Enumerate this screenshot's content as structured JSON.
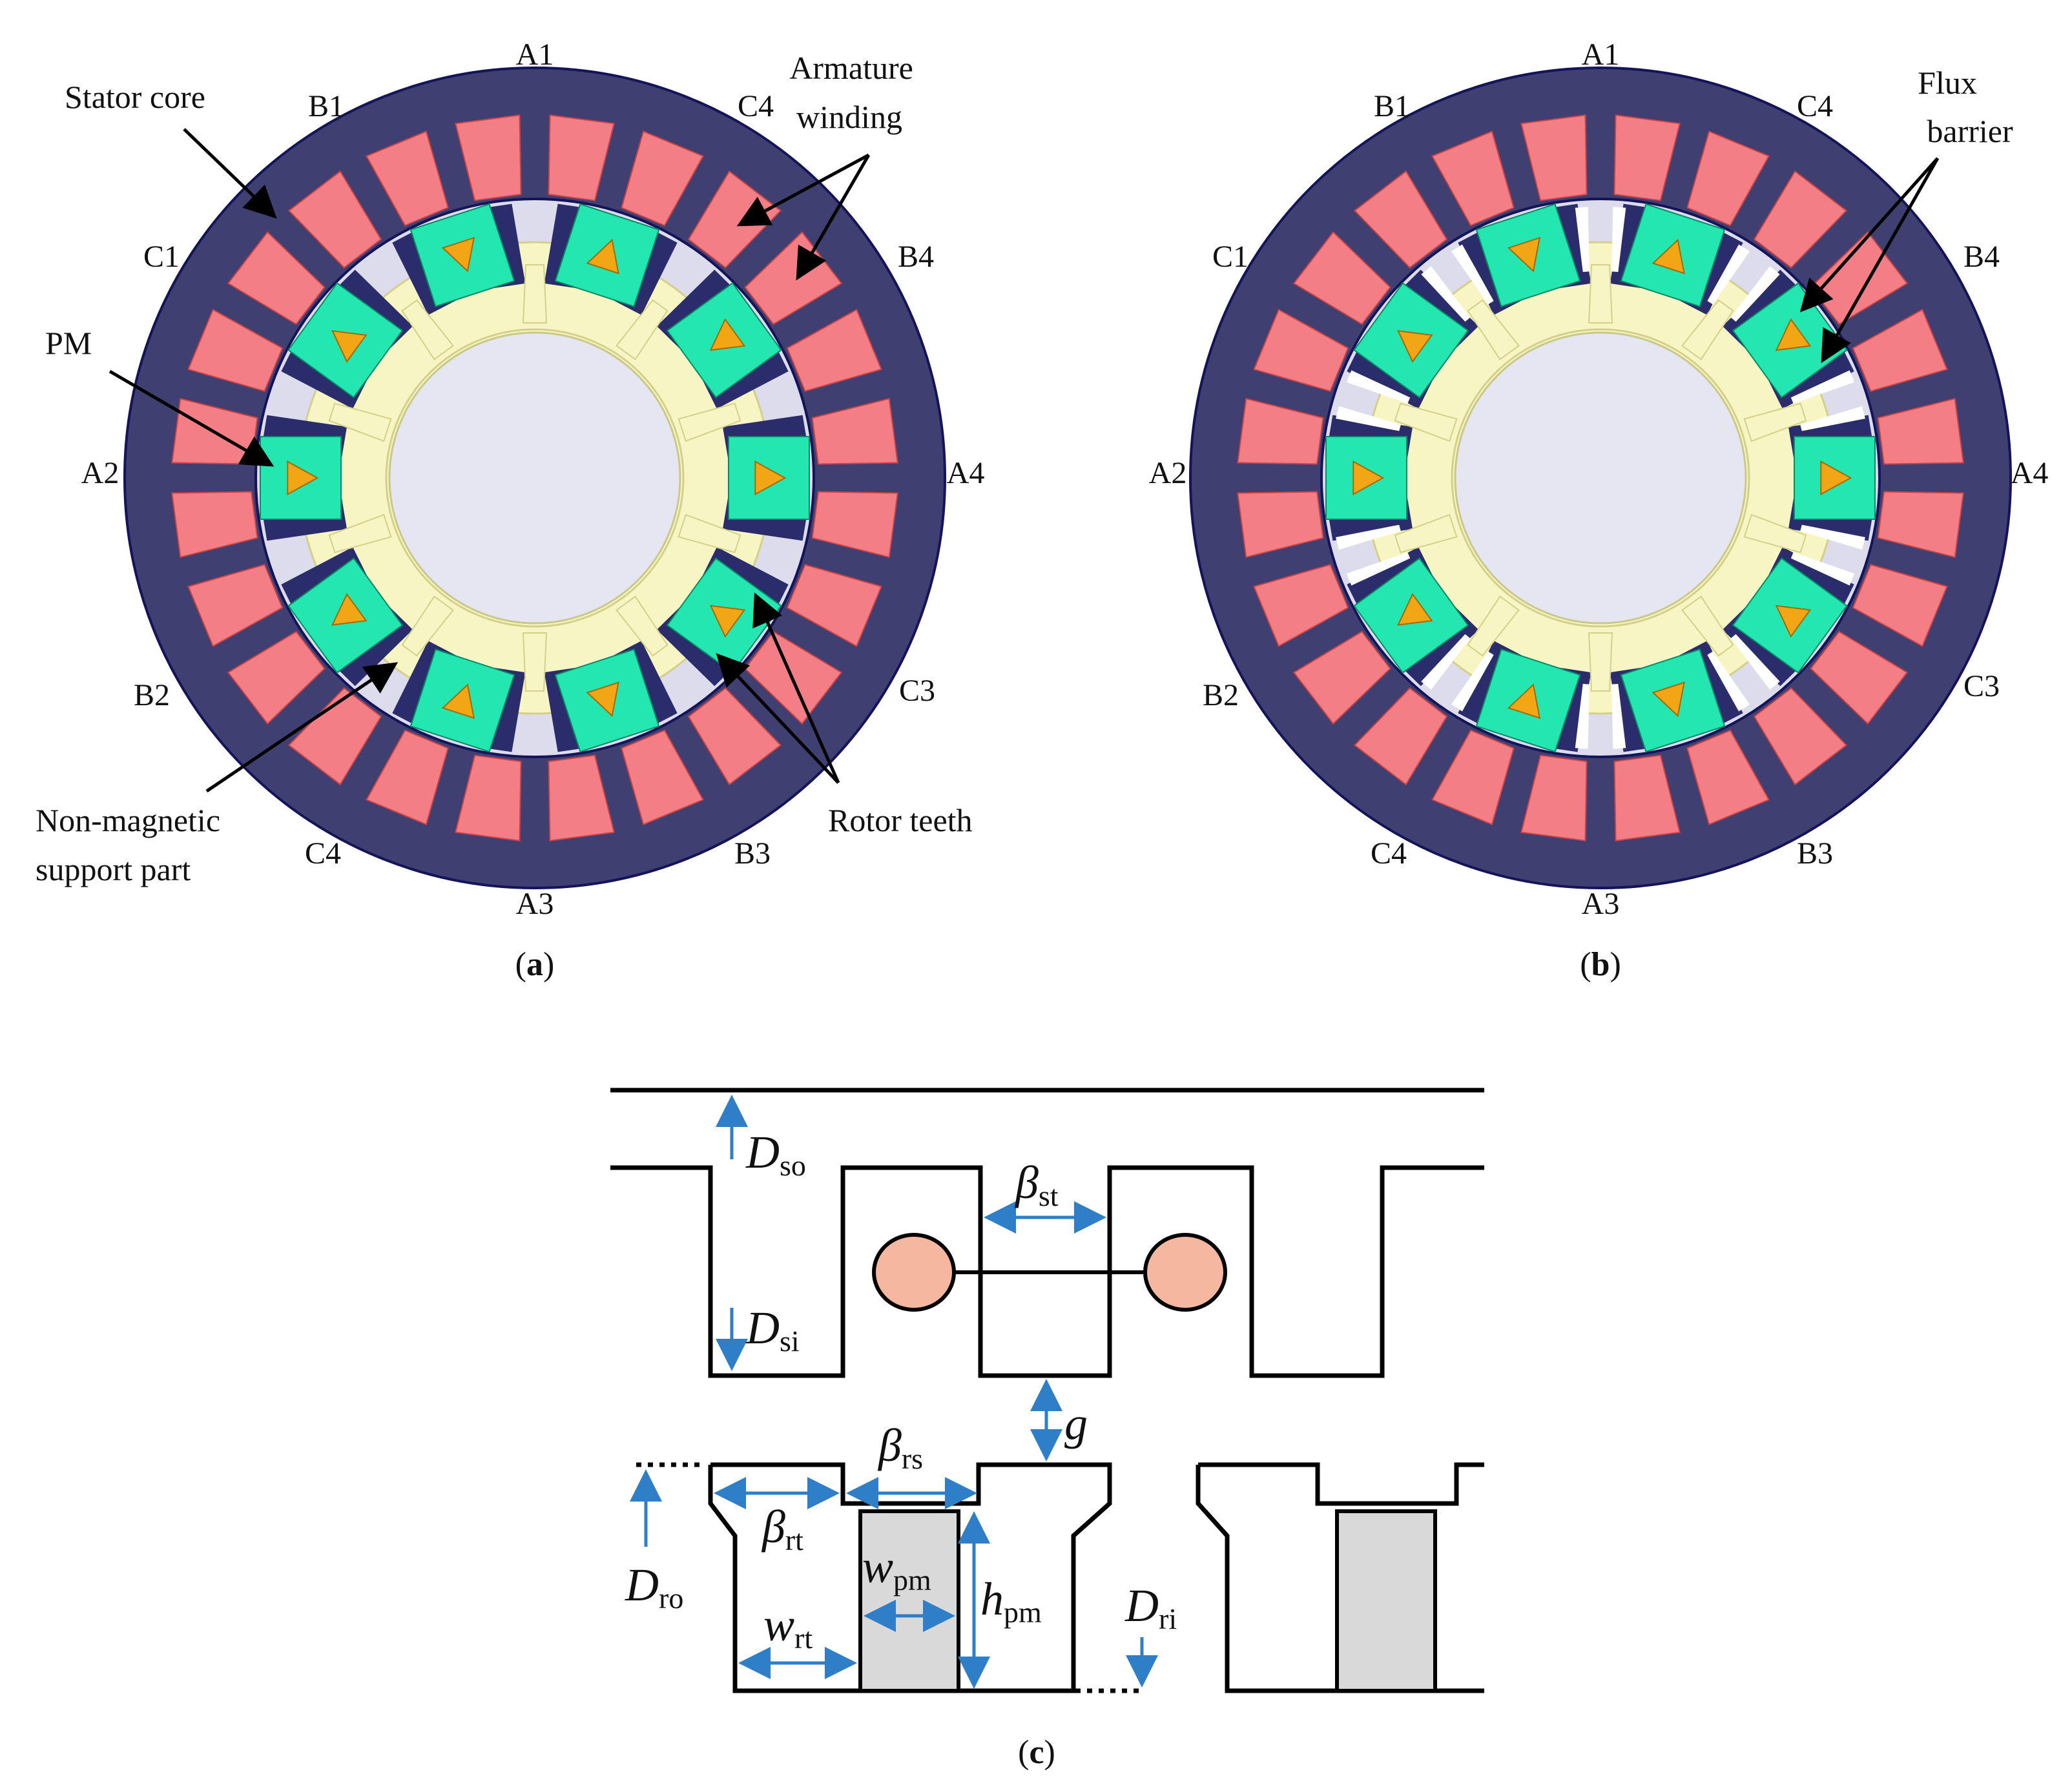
{
  "colors": {
    "stator": "#3f3f72",
    "stator_edge": "#14145a",
    "coil": "#f47e85",
    "pm": "#23e6b0",
    "arrow_mark": "#f2a616",
    "rotor_tooth": "#2b2c6b",
    "support": "#f7f5c3",
    "gap_fill": "#dcdcec",
    "shaft": "#e6e6f2",
    "conductor": "#f5b7a0",
    "dim_arrow": "#2e7fc8",
    "line": "#000000",
    "pm_block": "#d9d9d9"
  },
  "panel_a": {
    "caption": "a",
    "phase_labels": [
      "A1",
      "B1",
      "C1",
      "A2",
      "B2",
      "C4",
      "A3",
      "B3",
      "C3",
      "A4",
      "B4",
      "C4"
    ],
    "callouts": {
      "stator_core": "Stator core",
      "armature_winding_1": "Armature",
      "armature_winding_2": "winding",
      "pm": "PM",
      "non_magnetic_1": "Non-magnetic",
      "non_magnetic_2": "support part",
      "rotor_teeth": "Rotor teeth"
    }
  },
  "panel_b": {
    "caption": "b",
    "phase_labels": [
      "A1",
      "B1",
      "C1",
      "A2",
      "B2",
      "C4",
      "A3",
      "B3",
      "C3",
      "A4",
      "B4",
      "C4"
    ],
    "callouts": {
      "flux_barrier_1": "Flux",
      "flux_barrier_2": "barrier"
    }
  },
  "panel_c": {
    "caption": "c",
    "symbols": {
      "D_so": {
        "main": "D",
        "sub": "so"
      },
      "D_si": {
        "main": "D",
        "sub": "si"
      },
      "beta_st": {
        "main": "β",
        "sub": "st"
      },
      "g": {
        "main": "g",
        "sub": ""
      },
      "beta_rs": {
        "main": "β",
        "sub": "rs"
      },
      "beta_rt": {
        "main": "β",
        "sub": "rt"
      },
      "w_pm": {
        "main": "w",
        "sub": "pm"
      },
      "h_pm": {
        "main": "h",
        "sub": "pm"
      },
      "D_ro": {
        "main": "D",
        "sub": "ro"
      },
      "w_rt": {
        "main": "w",
        "sub": "rt"
      },
      "D_ri": {
        "main": "D",
        "sub": "ri"
      }
    }
  }
}
